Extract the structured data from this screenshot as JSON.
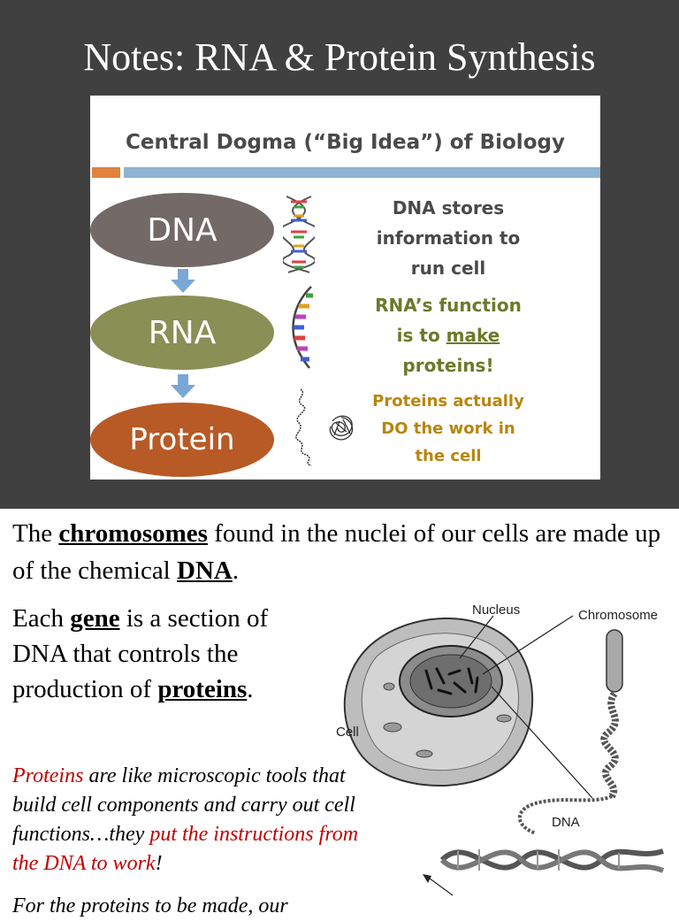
{
  "slide": {
    "title": "Notes:  RNA & Protein Synthesis"
  },
  "central_dogma": {
    "title": "Central Dogma (“Big Idea”) of Biology",
    "stages": {
      "dna": "DNA",
      "rna": "RNA",
      "protein": "Protein"
    },
    "functions": {
      "dna_line1": "DNA stores",
      "dna_line2": "information to",
      "dna_line3": "run cell",
      "rna_line1": "RNA’s function",
      "rna_line2_a": "is to ",
      "rna_line2_b": "make",
      "rna_line3": "proteins!",
      "protein_line1": "Proteins actually",
      "protein_line2": "DO the work in",
      "protein_line3": "the cell"
    },
    "colors": {
      "dna": "#736966",
      "rna": "#8a8f55",
      "protein": "#b85a25",
      "arrow": "#7aa7d6"
    }
  },
  "body": {
    "p1": {
      "a": "The ",
      "b": "chromosomes",
      "c": " found in the nuclei of our cells are made up of the chemical ",
      "d": "DNA",
      "e": "."
    },
    "p2": {
      "a": "Each ",
      "b": "gene",
      "c": " is a section of DNA that controls the production of ",
      "d": "proteins",
      "e": "."
    },
    "p3": {
      "a": "Proteins",
      "b": " are like microscopic tools that build cell components and carry out cell functions…they ",
      "c": "put the instructions from the DNA to work",
      "d": "!"
    },
    "p4": "For the proteins to be made, our"
  },
  "diagram": {
    "labels": {
      "nucleus": "Nucleus",
      "chromosome": "Chromosome",
      "cell": "Cell",
      "dna": "DNA"
    }
  }
}
